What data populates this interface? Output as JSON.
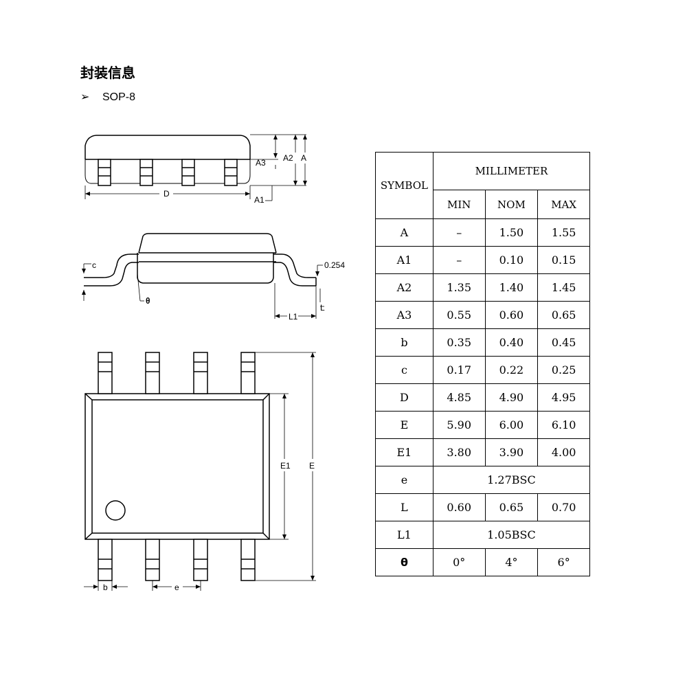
{
  "heading": "封装信息",
  "bullet": {
    "symbol": "➢",
    "text": "SOP-8"
  },
  "drawings": {
    "side_view": {
      "labels": [
        "A3",
        "A2",
        "A",
        "D",
        "A1"
      ]
    },
    "lead_profile": {
      "labels": [
        "c",
        "θ",
        "0.254",
        "L1",
        "L"
      ]
    },
    "top_view": {
      "labels": [
        "E1",
        "E",
        "b",
        "e"
      ]
    }
  },
  "table": {
    "symbol_header": "SYMBOL",
    "unit_header": "MILLIMETER",
    "columns": [
      "MIN",
      "NOM",
      "MAX"
    ],
    "rows": [
      {
        "symbol": "A",
        "min": "–",
        "nom": "1.50",
        "max": "1.55"
      },
      {
        "symbol": "A1",
        "min": "–",
        "nom": "0.10",
        "max": "0.15"
      },
      {
        "symbol": "A2",
        "min": "1.35",
        "nom": "1.40",
        "max": "1.45"
      },
      {
        "symbol": "A3",
        "min": "0.55",
        "nom": "0.60",
        "max": "0.65"
      },
      {
        "symbol": "b",
        "min": "0.35",
        "nom": "0.40",
        "max": "0.45"
      },
      {
        "symbol": "c",
        "min": "0.17",
        "nom": "0.22",
        "max": "0.25"
      },
      {
        "symbol": "D",
        "min": "4.85",
        "nom": "4.90",
        "max": "4.95"
      },
      {
        "symbol": "E",
        "min": "5.90",
        "nom": "6.00",
        "max": "6.10"
      },
      {
        "symbol": "E1",
        "min": "3.80",
        "nom": "3.90",
        "max": "4.00"
      },
      {
        "symbol": "e",
        "span": "1.27BSC"
      },
      {
        "symbol": "L",
        "min": "0.60",
        "nom": "0.65",
        "max": "0.70"
      },
      {
        "symbol": "L1",
        "span": "1.05BSC"
      },
      {
        "symbol": "θ",
        "min": "0°",
        "nom": "4°",
        "max": "6°"
      }
    ]
  }
}
